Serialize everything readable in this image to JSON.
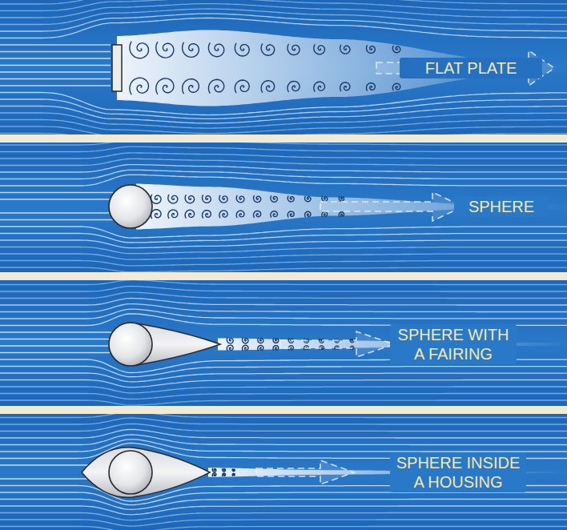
{
  "diagram": {
    "labels": [
      "FLAT PLATE",
      "SPHERE",
      "SPHERE WITH A FAIRING",
      "SPHERE INSIDE A HOUSING"
    ]
  }
}
